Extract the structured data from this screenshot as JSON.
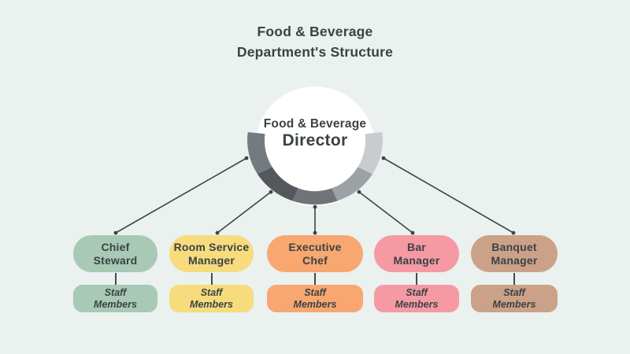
{
  "title": {
    "line1": "Food & Beverage",
    "line2": "Department's Structure"
  },
  "director": {
    "line1": "Food & Beverage",
    "line2": "Director"
  },
  "columns": [
    {
      "role": "Chief\nSteward",
      "staff": "Staff\nMembers",
      "color": "#a7c9b5"
    },
    {
      "role": "Room Service\nManager",
      "staff": "Staff\nMembers",
      "color": "#f6dc7d"
    },
    {
      "role": "Executive\nChef",
      "staff": "Staff\nMembers",
      "color": "#f7a76f"
    },
    {
      "role": "Bar\nManager",
      "staff": "Staff\nMembers",
      "color": "#f59aa3"
    },
    {
      "role": "Banquet\nManager",
      "staff": "Staff\nMembers",
      "color": "#cba287"
    }
  ],
  "arc": {
    "segment_colors": [
      "#747b80",
      "#54585c",
      "#6f7478",
      "#9ba1a4",
      "#c8ccce"
    ]
  },
  "palette": {
    "background": "#eaf1ef",
    "text": "#3b4245",
    "connector": "#3d4447",
    "circle_fill": "#ffffff"
  }
}
